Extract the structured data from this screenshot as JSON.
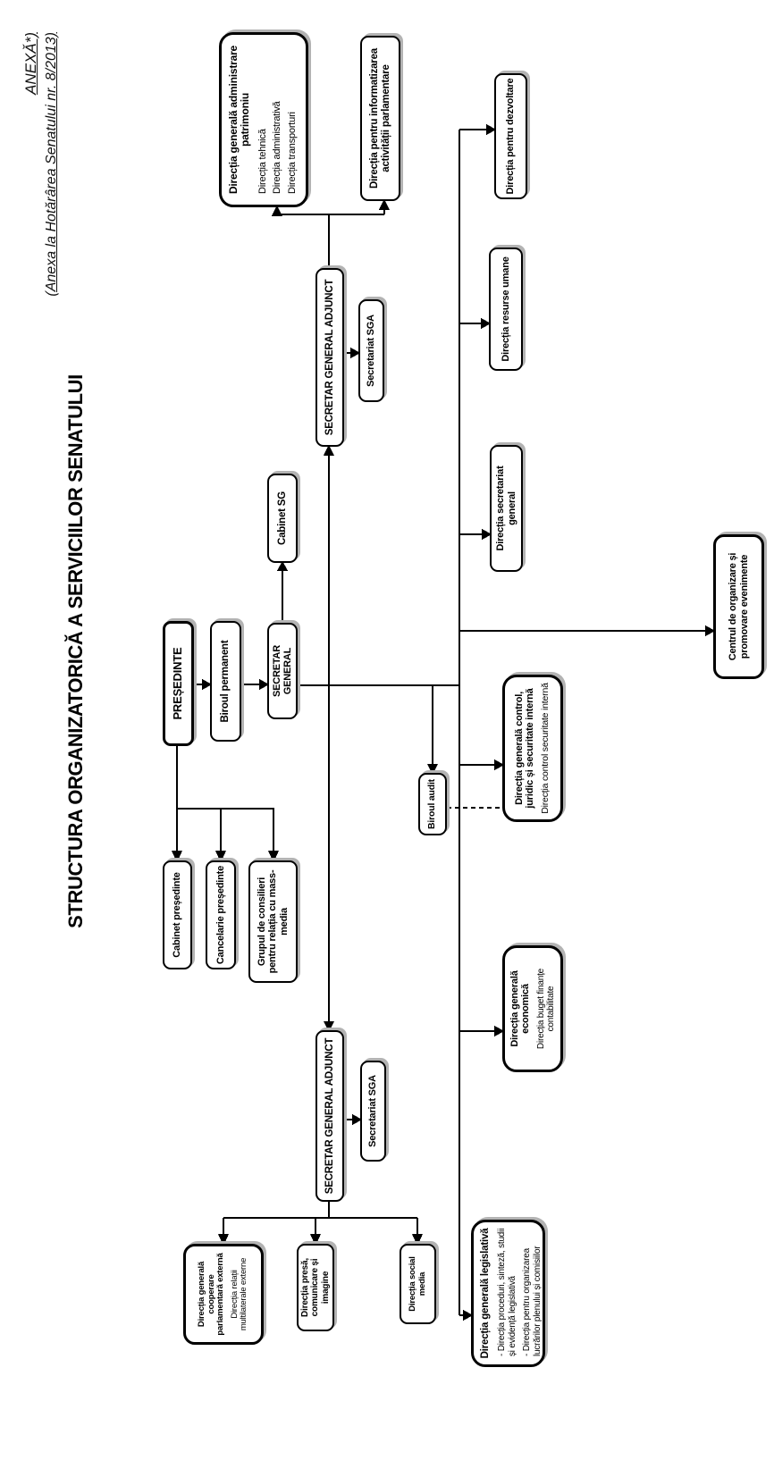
{
  "annex": {
    "line1": "ANEXĂ*)",
    "line2": "(Anexa la Hotărârea Senatului nr. 8/2013)"
  },
  "title": "STRUCTURA ORGANIZATORICĂ A SERVICIILOR SENATULUI",
  "nodes": {
    "presedinte": {
      "label": "PREȘEDINTE"
    },
    "biroul_permanent": {
      "label": "Biroul permanent"
    },
    "secretar_general": {
      "label": "SECRETAR GENERAL"
    },
    "cabinet_sg": {
      "label": "Cabinet SG"
    },
    "cabinet_presedinte": {
      "label": "Cabinet președinte"
    },
    "cancelarie_presedinte": {
      "label": "Cancelarie președinte"
    },
    "grup_consilieri": {
      "label": "Grupul de consilieri pentru relația cu mass-media"
    },
    "sga_dreapta": {
      "label": "SECRETAR GENERAL ADJUNCT"
    },
    "secretariat_sga_dreapta": {
      "label": "Secretariat SGA"
    },
    "patrimoniu": {
      "title": "Direcția generală administrare patrimoniu",
      "items": [
        "Direcția tehnică",
        "Direcția administrativă",
        "Direcția transporturi"
      ]
    },
    "informatizare": {
      "label": "Direcția pentru informatizarea activității parlamentare"
    },
    "dezvoltare": {
      "label": "Direcția pentru dezvoltare"
    },
    "resurse_umane": {
      "label": "Direcția resurse umane"
    },
    "secretariat_general_dir": {
      "label": "Direcția secretariat general"
    },
    "centrul_evenimente": {
      "label": "Centrul de organizare și promovare evenimente"
    },
    "control_juridic": {
      "title": "Direcția generală control, juridic și securitate internă",
      "sub": "Direcția control securitate internă"
    },
    "biroul_audit": {
      "label": "Biroul audit"
    },
    "economica": {
      "title": "Direcția generală economică",
      "sub": "Direcția buget finanțe contabilitate"
    },
    "sga_stanga": {
      "label": "SECRETAR GENERAL ADJUNCT"
    },
    "secretariat_sga_stanga": {
      "label": "Secretariat SGA"
    },
    "cooperare_externa": {
      "title": "Direcția generală cooperare parlamentară externă",
      "sub": "Direcția relații multilaterale externe"
    },
    "presa": {
      "label": "Direcția presă, comunicare și imagine"
    },
    "social_media": {
      "label": "Direcția social media"
    },
    "legislativa": {
      "title": "Direcția generală legislativă",
      "items": [
        "- Direcția proceduri, sinteză, studii și evidență legislativă",
        "- Direcția pentru organizarea lucrărilor plenului și comisiilor"
      ]
    }
  }
}
